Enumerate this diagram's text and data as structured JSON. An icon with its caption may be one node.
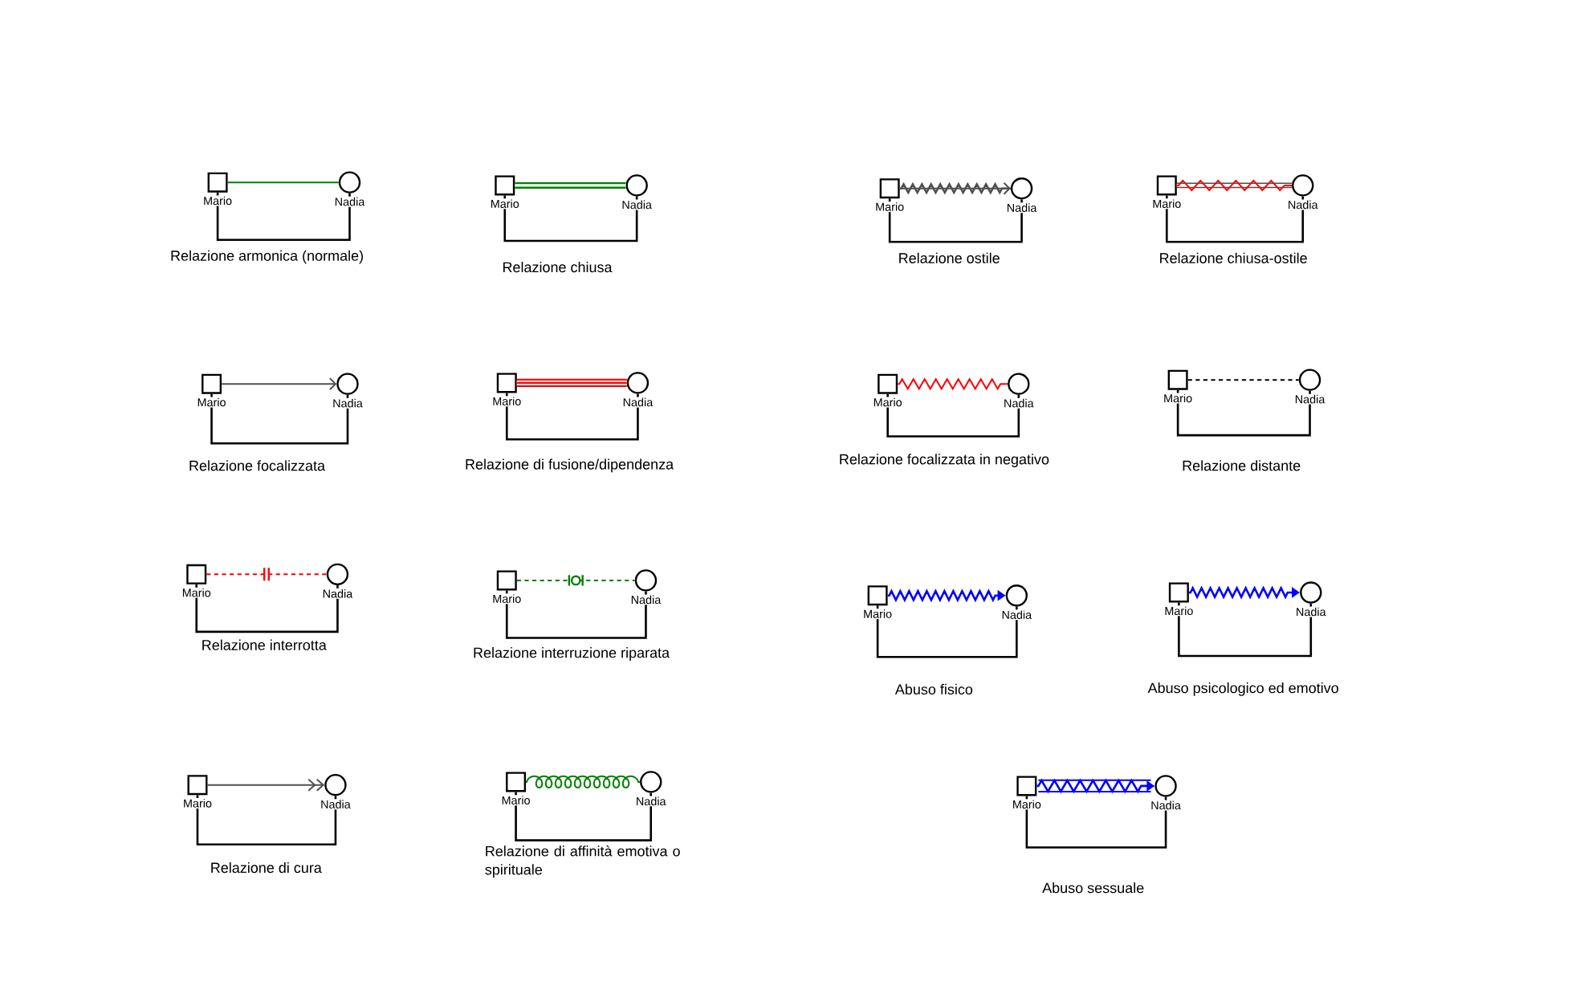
{
  "diagram": {
    "nodes": [
      {
        "text": [],
        "shape": "box",
        "beside": [
          "Mario"
        ]
      },
      {
        "text": [],
        "shape": "circle",
        "beside": [
          "Nadia"
        ]
      },
      {
        "text": [],
        "shape": "box",
        "beside": [
          "Mario"
        ]
      },
      {
        "text": [],
        "shape": "circle",
        "beside": [
          "Nadia"
        ]
      },
      {
        "text": [],
        "shape": "box",
        "beside": [
          "Mario"
        ]
      },
      {
        "text": [],
        "shape": "circle",
        "beside": [
          "Nadia"
        ]
      },
      {
        "text": [],
        "shape": "box",
        "beside": [
          "Mario"
        ]
      },
      {
        "text": [],
        "shape": "circle",
        "beside": [
          "Nadia"
        ]
      },
      {
        "text": [],
        "shape": "box",
        "beside": [
          "Mario"
        ]
      },
      {
        "text": [],
        "shape": "circle",
        "beside": [
          "Nadia"
        ]
      },
      {
        "text": [],
        "shape": "box",
        "beside": [
          "Mario"
        ]
      },
      {
        "text": [],
        "shape": "circle",
        "beside": [
          "Nadia"
        ]
      },
      {
        "text": [],
        "shape": "box",
        "beside": [
          "Mario"
        ]
      },
      {
        "text": [],
        "shape": "circle",
        "beside": [
          "Nadia"
        ]
      },
      {
        "text": [],
        "shape": "box",
        "beside": [
          "Mario"
        ]
      },
      {
        "text": [],
        "shape": "circle",
        "beside": [
          "Nadia"
        ]
      },
      {
        "text": [],
        "shape": "box",
        "beside": [
          "Mario"
        ]
      },
      {
        "text": [],
        "shape": "circle",
        "beside": [
          "Nadia"
        ]
      },
      {
        "text": [],
        "shape": "box",
        "beside": [
          "Mario"
        ]
      },
      {
        "text": [],
        "shape": "circle",
        "beside": [
          "Nadia"
        ]
      },
      {
        "text": [],
        "shape": "box",
        "beside": [
          "Mario"
        ]
      },
      {
        "text": [],
        "shape": "circle",
        "beside": [
          "Nadia"
        ]
      },
      {
        "text": [],
        "shape": "box",
        "beside": [
          "Mario"
        ]
      },
      {
        "text": [],
        "shape": "circle",
        "beside": [
          "Nadia"
        ]
      },
      {
        "text": [],
        "shape": "box",
        "beside": [
          "Mario"
        ]
      },
      {
        "text": [],
        "shape": "circle",
        "beside": [
          "Nadia"
        ]
      },
      {
        "text": [],
        "shape": "box",
        "beside": [
          "Mario"
        ]
      },
      {
        "text": [],
        "shape": "circle",
        "beside": [
          "Nadia"
        ]
      },
      {
        "text": [],
        "shape": "box",
        "beside": [
          "Mario"
        ]
      },
      {
        "text": [],
        "shape": "circle",
        "beside": [
          "Nadia"
        ]
      }
    ],
    "edges": [
      {
        "from": 0,
        "to": 1,
        "arrow": "none",
        "color": "#008000"
      },
      {
        "from": 0,
        "to": 1,
        "arrow": "none"
      },
      {
        "from": 2,
        "to": 3,
        "arrow": "none",
        "style": "thick",
        "color": "#008000"
      },
      {
        "from": 2,
        "to": 3,
        "arrow": "none"
      },
      {
        "from": 4,
        "to": 5,
        "arrow": "to",
        "color": "#505050"
      },
      {
        "from": 4,
        "to": 5,
        "arrow": "none"
      },
      {
        "from": 6,
        "to": 7,
        "arrow": "none",
        "color": "#ff0000"
      },
      {
        "from": 6,
        "to": 7,
        "arrow": "none"
      },
      {
        "from": 8,
        "to": 9,
        "arrow": "to",
        "color": "#505050"
      },
      {
        "from": 8,
        "to": 9,
        "arrow": "none"
      },
      {
        "from": 10,
        "to": 11,
        "arrow": "none",
        "style": "thick",
        "color": "#ff0000"
      },
      {
        "from": 10,
        "to": 11,
        "arrow": "none"
      },
      {
        "from": 12,
        "to": 13,
        "arrow": "none",
        "color": "#ff0000"
      },
      {
        "from": 12,
        "to": 13,
        "arrow": "none"
      },
      {
        "from": 14,
        "to": 15,
        "arrow": "none",
        "style": "dashed"
      },
      {
        "from": 14,
        "to": 15,
        "arrow": "none"
      },
      {
        "from": 16,
        "to": 17,
        "arrow": "none",
        "style": "dashed",
        "color": "#ff0000"
      },
      {
        "from": 16,
        "to": 17,
        "arrow": "none"
      },
      {
        "from": 18,
        "to": 19,
        "arrow": "none",
        "style": "dashed",
        "color": "#008000"
      },
      {
        "from": 18,
        "to": 19,
        "arrow": "none"
      },
      {
        "from": 20,
        "to": 21,
        "arrow": "to",
        "color": "#0000ff"
      },
      {
        "from": 20,
        "to": 21,
        "arrow": "none"
      },
      {
        "from": 22,
        "to": 23,
        "arrow": "to",
        "color": "#0000ff"
      },
      {
        "from": 22,
        "to": 23,
        "arrow": "none"
      },
      {
        "from": 24,
        "to": 25,
        "arrow": "to",
        "color": "#505050"
      },
      {
        "from": 24,
        "to": 25,
        "arrow": "none"
      },
      {
        "from": 26,
        "to": 27,
        "arrow": "none",
        "color": "#008000"
      },
      {
        "from": 26,
        "to": 27,
        "arrow": "none"
      },
      {
        "from": 28,
        "to": 29,
        "arrow": "to",
        "color": "#0000ff"
      },
      {
        "from": 28,
        "to": 29,
        "arrow": "none"
      }
    ],
    "labels": [
      "Relazione armonica (normale)",
      "Relazione chiusa",
      "Relazione ostile",
      "Relazione chiusa-ostile",
      "Relazione focalizzata",
      "Relazione di fusione/dipendenza",
      "Relazione focalizzata in negativo",
      "Relazione distante",
      "Relazione interrotta",
      "Relazione interruzione riparata",
      "Abuso fisico",
      "Abuso psicologico ed emotivo",
      "Relazione di cura",
      "Relazione di affinità emotiva o spirituale",
      "Abuso sessuale"
    ]
  }
}
